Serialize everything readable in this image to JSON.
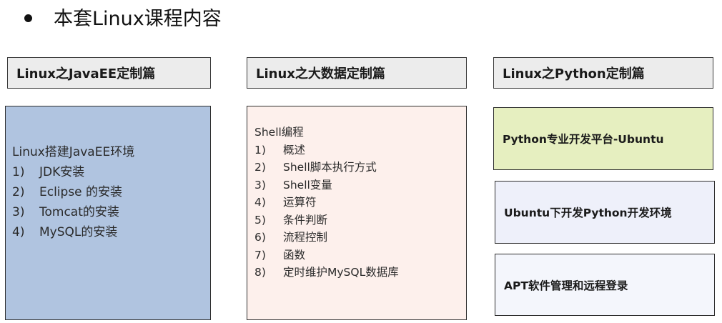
{
  "slide": {
    "title": "本套Linux课程内容"
  },
  "columns": [
    {
      "header": "Linux之JavaEE定制篇",
      "bg_color": "#b0c4e0",
      "content_title": "Linux搭建JavaEE环境",
      "items": [
        {
          "num": "1)",
          "text": "JDK安装"
        },
        {
          "num": "2)",
          "text": "Eclipse 的安装"
        },
        {
          "num": "3)",
          "text": "Tomcat的安装"
        },
        {
          "num": "4)",
          "text": "MySQL的安装"
        }
      ]
    },
    {
      "header": "Linux之大数据定制篇",
      "bg_color": "#fdf0ec",
      "content_title": "Shell编程",
      "items": [
        {
          "num": "1)",
          "text": "概述"
        },
        {
          "num": "2)",
          "text": "Shell脚本执行方式"
        },
        {
          "num": "3)",
          "text": "Shell变量"
        },
        {
          "num": "4)",
          "text": "运算符"
        },
        {
          "num": "5)",
          "text": "条件判断"
        },
        {
          "num": "6)",
          "text": "流程控制"
        },
        {
          "num": "7)",
          "text": "函数"
        },
        {
          "num": "8)",
          "text": "定时维护MySQL数据库"
        }
      ]
    },
    {
      "header": "Linux之Python定制篇",
      "boxes": [
        {
          "text": "Python专业开发平台-Ubuntu",
          "bg_color": "#e6efc0"
        },
        {
          "text": "Ubuntu下开发Python开发环境",
          "bg_color": "#eef0fa"
        },
        {
          "text": "APT软件管理和远程登录",
          "bg_color": "#f4f6fc"
        }
      ]
    }
  ]
}
